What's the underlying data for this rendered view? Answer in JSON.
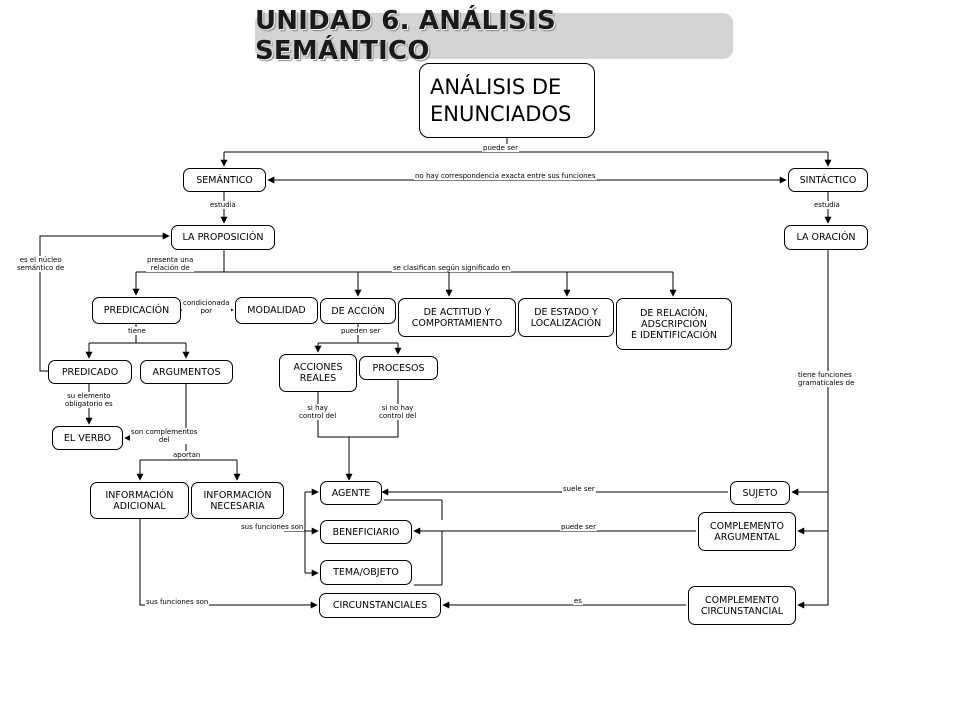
{
  "title": "UNIDAD 6. ANÁLISIS SEMÁNTICO",
  "nodes": {
    "root": "ANÁLISIS DE\nENUNCIADOS",
    "semantico": "SEMÁNTICO",
    "sintactico": "SINTÁCTICO",
    "proposicion": "LA PROPOSICIÓN",
    "oracion": "LA ORACIÓN",
    "predicacion": "PREDICACIÓN",
    "modalidad": "MODALIDAD",
    "de_accion": "DE ACCIÓN",
    "de_actitud": "DE ACTITUD Y\nCOMPORTAMIENTO",
    "de_estado": "DE ESTADO Y\nLOCALIZACIÓN",
    "de_relacion": "DE RELACIÓN,\nADSCRIPCIÓN\nE IDENTIFICACIÓN",
    "predicado": "PREDICADO",
    "argumentos": "ARGUMENTOS",
    "acciones_reales": "ACCIONES\nREALES",
    "procesos": "PROCESOS",
    "el_verbo": "EL VERBO",
    "info_adicional": "INFORMACIÓN\nADICIONAL",
    "info_necesaria": "INFORMACIÓN\nNECESARIA",
    "agente": "AGENTE",
    "beneficiario": "BENEFICIARIO",
    "tema_objeto": "TEMA/OBJETO",
    "circunstanciales": "CIRCUNSTANCIALES",
    "sujeto": "SUJETO",
    "comp_argumental": "COMPLEMENTO\nARGUMENTAL",
    "comp_circunstancial": "COMPLEMENTO\nCIRCUNSTANCIAL"
  },
  "labels": {
    "puede_ser": "puede ser",
    "no_hay_correspondencia": "no hay correspondencia exacta entre sus funciones",
    "estudia_left": "estudia",
    "estudia_right": "estudia",
    "es_el_nucleo": "es el núcleo\nsemántico de",
    "presenta_una": "presenta una\nrelación de",
    "se_clasifican": "se clasifican según significado en",
    "condicionada": "condicionada\npor",
    "tiene": "tiene",
    "pueden_ser": "pueden ser",
    "su_elemento": "su elemento\nobligatorio es",
    "son_complementos": "son complementos\ndel",
    "aportan": "aportan",
    "si_hay": "si hay\ncontrol del",
    "si_no_hay": "si no hay\ncontrol del",
    "tiene_funciones": "tiene funciones\ngramaticales de",
    "suele_ser": "suele ser",
    "puede_ser_2": "puede ser",
    "sus_funciones_son_1": "sus funciones son",
    "sus_funciones_son_2": "sus funciones son",
    "es": "es"
  }
}
